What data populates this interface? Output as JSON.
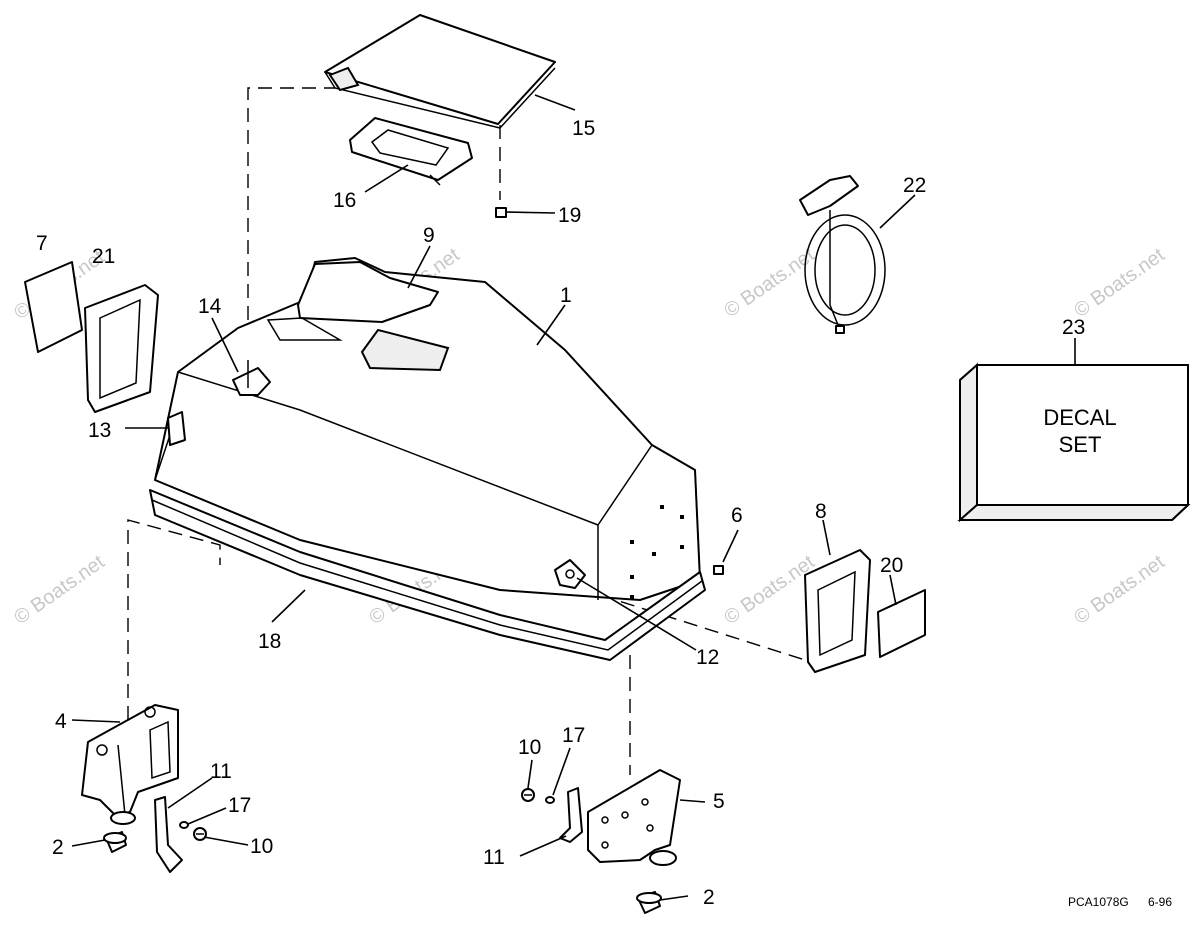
{
  "callouts": {
    "c1": "1",
    "c2a": "2",
    "c2b": "2",
    "c4": "4",
    "c5": "5",
    "c6": "6",
    "c7": "7",
    "c8": "8",
    "c9": "9",
    "c10a": "10",
    "c10b": "10",
    "c11a": "11",
    "c11b": "11",
    "c12": "12",
    "c13": "13",
    "c14": "14",
    "c15": "15",
    "c16": "16",
    "c17a": "17",
    "c17b": "17",
    "c18": "18",
    "c19": "19",
    "c20": "20",
    "c21": "21",
    "c22": "22",
    "c23": "23"
  },
  "decal": {
    "line1": "DECAL",
    "line2": "SET"
  },
  "footer": {
    "code": "PCA1078G",
    "date": "6-96"
  },
  "watermark_text": "© Boats.net"
}
